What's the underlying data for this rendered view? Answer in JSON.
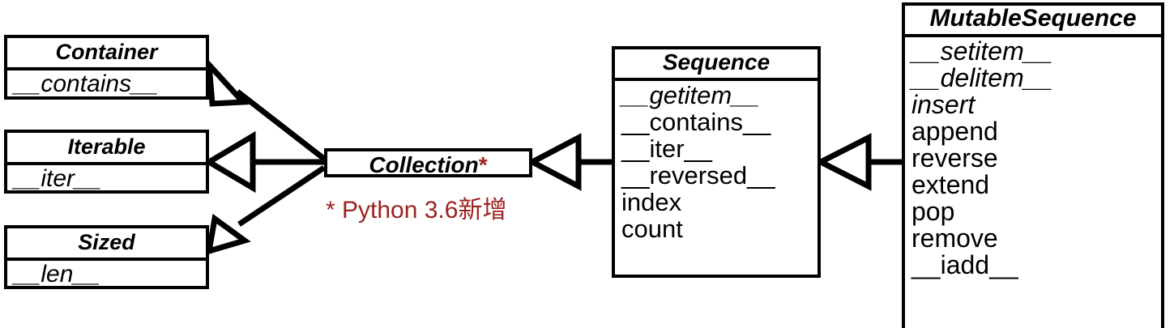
{
  "diagram": {
    "title": "Python collections.abc Sequence hierarchy (UML class diagram)",
    "type": "uml-class-diagram",
    "colors": {
      "stroke": "#000000",
      "fill": "#ffffff",
      "note_red": "#9b2220"
    },
    "classes": [
      {
        "id": "container",
        "name": "Container",
        "abstract": true,
        "members": [
          {
            "label": "__contains__",
            "abstract": true
          }
        ]
      },
      {
        "id": "iterable",
        "name": "Iterable",
        "abstract": true,
        "members": [
          {
            "label": "__iter__",
            "abstract": true
          }
        ]
      },
      {
        "id": "sized",
        "name": "Sized",
        "abstract": true,
        "members": [
          {
            "label": "__len__",
            "abstract": true
          }
        ]
      },
      {
        "id": "collection",
        "name": "Collection",
        "name_suffix": "*",
        "abstract": true,
        "members": []
      },
      {
        "id": "sequence",
        "name": "Sequence",
        "abstract": true,
        "members": [
          {
            "label": "__getitem__",
            "abstract": true
          },
          {
            "label": "__contains__",
            "abstract": false
          },
          {
            "label": "__iter__",
            "abstract": false
          },
          {
            "label": "__reversed__",
            "abstract": false
          },
          {
            "label": "index",
            "abstract": false
          },
          {
            "label": "count",
            "abstract": false
          }
        ]
      },
      {
        "id": "mutablesequence",
        "name": "MutableSequence",
        "abstract": true,
        "members": [
          {
            "label": "__setitem__",
            "abstract": true
          },
          {
            "label": "__delitem__",
            "abstract": true
          },
          {
            "label": "insert",
            "abstract": true
          },
          {
            "label": "append",
            "abstract": false
          },
          {
            "label": "reverse",
            "abstract": false
          },
          {
            "label": "extend",
            "abstract": false
          },
          {
            "label": "pop",
            "abstract": false
          },
          {
            "label": "remove",
            "abstract": false
          },
          {
            "label": "__iadd__",
            "abstract": false
          }
        ]
      }
    ],
    "relations": [
      {
        "id": "collection-container",
        "kind": "generalization",
        "from": "collection",
        "to": "container"
      },
      {
        "id": "collection-iterable",
        "kind": "generalization",
        "from": "collection",
        "to": "iterable"
      },
      {
        "id": "collection-sized",
        "kind": "generalization",
        "from": "collection",
        "to": "sized"
      },
      {
        "id": "sequence-collection",
        "kind": "generalization",
        "from": "sequence",
        "to": "collection"
      },
      {
        "id": "mutablesequence-sequence",
        "kind": "generalization",
        "from": "mutablesequence",
        "to": "sequence"
      }
    ],
    "notes": [
      {
        "id": "python36",
        "text": "* Python 3.6新增"
      }
    ]
  }
}
